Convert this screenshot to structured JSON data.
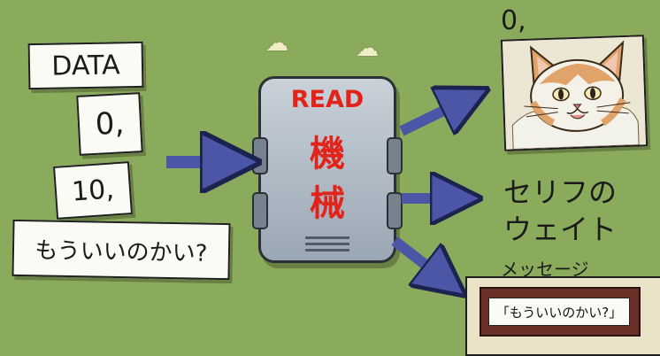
{
  "inputs": {
    "data_card": "DATA",
    "zero_card": "0,",
    "ten_card": "10,",
    "question_card": "もういいのかい?"
  },
  "machine": {
    "read_label": "READ",
    "kanji_top": "機",
    "kanji_bottom": "械"
  },
  "outputs": {
    "zero_label": "0,",
    "serif_line1": "セリフの",
    "serif_line2": "ウェイト",
    "message_label": "メッセージ",
    "message_text": "「もういいのかい?」"
  },
  "colors": {
    "background": "#8aab5c",
    "arrow": "#4b57a6",
    "machine_text": "#e2231a",
    "message_box": "#6a2f26"
  }
}
